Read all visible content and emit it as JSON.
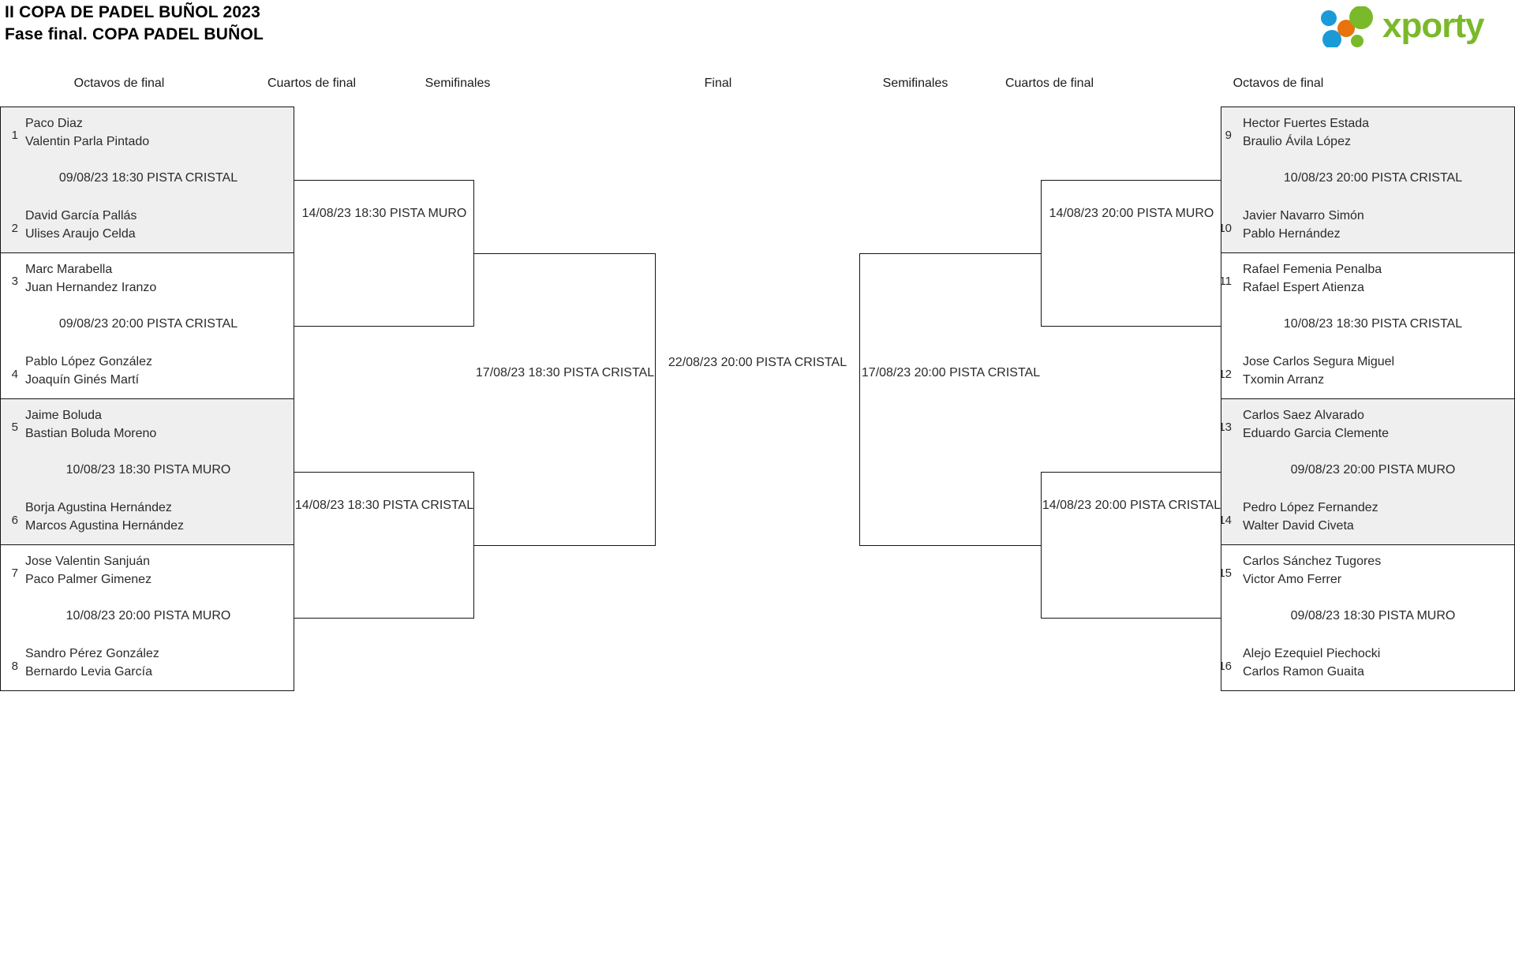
{
  "header": {
    "title_line1": "II COPA DE PADEL BUÑOL 2023",
    "title_line2": "Fase final. COPA PADEL BUÑOL",
    "logo_text": "xporty",
    "logo_colors": {
      "blue": "#1a9bd7",
      "orange": "#e8730c",
      "green": "#7ab929"
    }
  },
  "round_headers": {
    "left_r16": "Octavos de final",
    "left_qf": "Cuartos de final",
    "left_sf": "Semifinales",
    "final": "Final",
    "right_sf": "Semifinales",
    "right_qf": "Cuartos de final",
    "right_r16": "Octavos de final"
  },
  "left_r16": [
    {
      "shaded": true,
      "top": {
        "seed": "1",
        "p1": "Paco Diaz",
        "p2": "Valentin Parla Pintado"
      },
      "bottom": {
        "seed": "2",
        "p1": "David García Pallás",
        "p2": "Ulises Araujo Celda"
      },
      "info": "09/08/23 18:30 PISTA CRISTAL"
    },
    {
      "shaded": false,
      "top": {
        "seed": "3",
        "p1": "Marc Marabella",
        "p2": "Juan Hernandez Iranzo"
      },
      "bottom": {
        "seed": "4",
        "p1": "Pablo López González",
        "p2": "Joaquín Ginés Martí"
      },
      "info": "09/08/23 20:00 PISTA CRISTAL"
    },
    {
      "shaded": true,
      "top": {
        "seed": "5",
        "p1": "Jaime Boluda",
        "p2": "Bastian Boluda Moreno"
      },
      "bottom": {
        "seed": "6",
        "p1": "Borja Agustina Hernández",
        "p2": "Marcos Agustina Hernández"
      },
      "info": "10/08/23 18:30 PISTA MURO"
    },
    {
      "shaded": false,
      "top": {
        "seed": "7",
        "p1": "Jose Valentin Sanjuán",
        "p2": "Paco Palmer Gimenez"
      },
      "bottom": {
        "seed": "8",
        "p1": "Sandro Pérez González",
        "p2": "Bernardo Levia García"
      },
      "info": "10/08/23 20:00 PISTA MURO"
    }
  ],
  "right_r16": [
    {
      "shaded": true,
      "top": {
        "seed": "9",
        "p1": "Hector Fuertes Estada",
        "p2": "Braulio Ávila López"
      },
      "bottom": {
        "seed": "10",
        "p1": "Javier Navarro Simón",
        "p2": "Pablo Hernández"
      },
      "info": "10/08/23 20:00 PISTA CRISTAL"
    },
    {
      "shaded": false,
      "top": {
        "seed": "11",
        "p1": "Rafael Femenia Penalba",
        "p2": "Rafael Espert Atienza"
      },
      "bottom": {
        "seed": "12",
        "p1": "Jose Carlos Segura Miguel",
        "p2": "Txomin Arranz"
      },
      "info": "10/08/23 18:30 PISTA CRISTAL"
    },
    {
      "shaded": true,
      "top": {
        "seed": "13",
        "p1": "Carlos Saez Alvarado",
        "p2": "Eduardo Garcia Clemente"
      },
      "bottom": {
        "seed": "14",
        "p1": "Pedro López Fernandez",
        "p2": "Walter David Civeta"
      },
      "info": "09/08/23 20:00 PISTA MURO"
    },
    {
      "shaded": false,
      "top": {
        "seed": "15",
        "p1": "Carlos Sánchez Tugores",
        "p2": "Victor Amo Ferrer"
      },
      "bottom": {
        "seed": "16",
        "p1": "Alejo Ezequiel Piechocki",
        "p2": "Carlos Ramon Guaita"
      },
      "info": "09/08/23 18:30 PISTA MURO"
    }
  ],
  "left_qf": [
    {
      "info": "14/08/23 18:30 PISTA MURO"
    },
    {
      "info": "14/08/23 18:30 PISTA CRISTAL"
    }
  ],
  "right_qf": [
    {
      "info": "14/08/23 20:00 PISTA MURO"
    },
    {
      "info": "14/08/23 20:00 PISTA CRISTAL"
    }
  ],
  "left_sf": {
    "info": "17/08/23 18:30 PISTA CRISTAL"
  },
  "right_sf": {
    "info": "17/08/23 20:00 PISTA CRISTAL"
  },
  "final": {
    "info": "22/08/23 20:00 PISTA CRISTAL"
  }
}
